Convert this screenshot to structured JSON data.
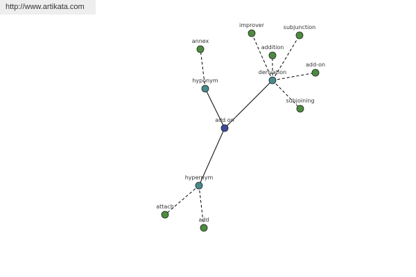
{
  "site_url": "http://www.artikata.com",
  "colors": {
    "center": "#3d4b9a",
    "hub": "#4a8a8c",
    "leaf": "#4c8c40",
    "edge": "#000000"
  },
  "graph": {
    "nodes": [
      {
        "id": "add-on-center",
        "label": "add on",
        "kind": "center"
      },
      {
        "id": "hyponym",
        "label": "hyponym",
        "kind": "hub"
      },
      {
        "id": "derivation",
        "label": "derivation",
        "kind": "hub"
      },
      {
        "id": "hypernym",
        "label": "hypernym",
        "kind": "hub"
      },
      {
        "id": "annex",
        "label": "annex",
        "kind": "leaf"
      },
      {
        "id": "improver",
        "label": "improver",
        "kind": "leaf"
      },
      {
        "id": "subjunction",
        "label": "subjunction",
        "kind": "leaf"
      },
      {
        "id": "addition",
        "label": "addition",
        "kind": "leaf"
      },
      {
        "id": "add-on",
        "label": "add-on",
        "kind": "leaf"
      },
      {
        "id": "subjoining",
        "label": "subjoining",
        "kind": "leaf"
      },
      {
        "id": "attach",
        "label": "attach",
        "kind": "leaf"
      },
      {
        "id": "add",
        "label": "add",
        "kind": "leaf"
      }
    ],
    "edges": [
      {
        "from": "add-on-center",
        "to": "hyponym",
        "style": "solid"
      },
      {
        "from": "add-on-center",
        "to": "derivation",
        "style": "solid"
      },
      {
        "from": "add-on-center",
        "to": "hypernym",
        "style": "solid"
      },
      {
        "from": "hyponym",
        "to": "annex",
        "style": "dashed"
      },
      {
        "from": "derivation",
        "to": "improver",
        "style": "dashed"
      },
      {
        "from": "derivation",
        "to": "subjunction",
        "style": "dashed"
      },
      {
        "from": "derivation",
        "to": "addition",
        "style": "dashed"
      },
      {
        "from": "derivation",
        "to": "add-on",
        "style": "dashed"
      },
      {
        "from": "derivation",
        "to": "subjoining",
        "style": "dashed"
      },
      {
        "from": "hypernym",
        "to": "attach",
        "style": "dashed"
      },
      {
        "from": "hypernym",
        "to": "add",
        "style": "dashed"
      }
    ]
  }
}
